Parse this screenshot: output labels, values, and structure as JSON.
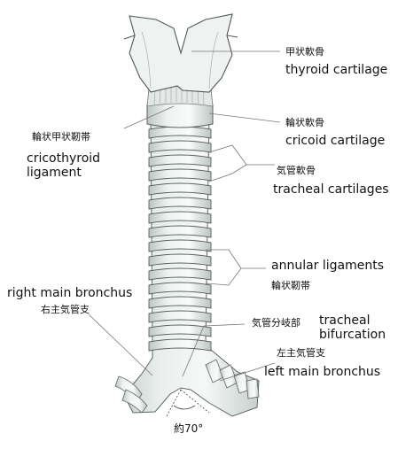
{
  "labels": {
    "thyroid": {
      "jp": "甲状軟骨",
      "en": "thyroid cartilage"
    },
    "cricothyroid": {
      "jp": "輪状甲状靭帯",
      "en": "cricothyroid\nligament"
    },
    "cricoid": {
      "jp": "輪状軟骨",
      "en": "cricoid cartilage"
    },
    "tracheal_cartilages": {
      "jp": "気管軟骨",
      "en": "tracheal cartilages"
    },
    "annular": {
      "en": "annular ligaments",
      "jp": "輪状靭帯"
    },
    "right_bronchus": {
      "en": "right main bronchus",
      "jp": "右主気管支"
    },
    "bifurcation": {
      "jp": "気管分岐部",
      "en": "tracheal\nbifurcation"
    },
    "left_bronchus": {
      "jp": "左主気管支",
      "en": "left main bronchus"
    },
    "angle": "約70°"
  }
}
